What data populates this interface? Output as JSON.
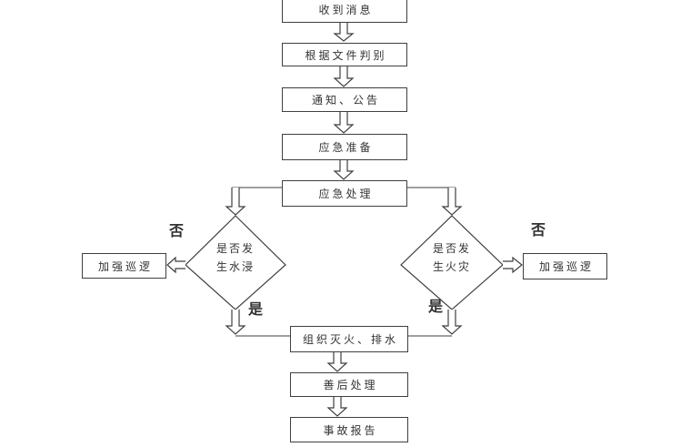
{
  "flowchart": {
    "nodes": {
      "receive_message": "收到消息",
      "judge_by_document": "根据文件判别",
      "notice_announcement": "通知、公告",
      "emergency_preparation": "应急准备",
      "emergency_handling": "应急处理",
      "flood_decision": "是否发\n生水浸",
      "fire_decision": "是否发\n生火灾",
      "strengthen_patrol_left": "加强巡逻",
      "strengthen_patrol_right": "加强巡逻",
      "organize_extinguish_drain": "组织灭火、排水",
      "aftermath_handling": "善后处理",
      "accident_report": "事故报告"
    },
    "branch_labels": {
      "no_left": "否",
      "no_right": "否",
      "yes_left": "是",
      "yes_right": "是"
    },
    "colors": {
      "line": "#3f3f3f",
      "text": "#333333",
      "background": "#ffffff"
    }
  }
}
